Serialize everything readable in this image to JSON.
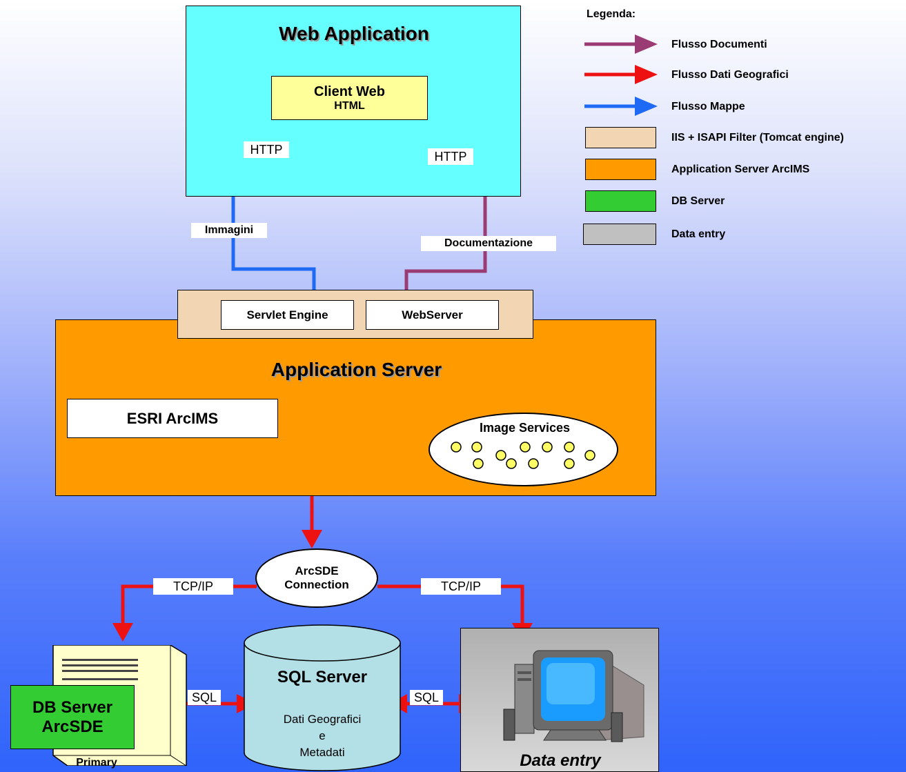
{
  "colors": {
    "docs": "#9b3b74",
    "geo": "#ee1111",
    "maps": "#1e6af5",
    "iis": "#f2d6b4",
    "app_server": "#ff9a00",
    "db_server": "#33cc33",
    "data_entry": "#c0c0c0",
    "web_app": "#66ffff",
    "client_web": "#ffff99",
    "sql_server": "#b3dfe6",
    "primary_box": "#ffffcc"
  },
  "legend": {
    "title": "Legenda:",
    "items": [
      {
        "label": "Flusso Documenti",
        "kind": "arrow",
        "color": "#9b3b74"
      },
      {
        "label": "Flusso Dati Geografici",
        "kind": "arrow",
        "color": "#ee1111"
      },
      {
        "label": "Flusso Mappe",
        "kind": "arrow",
        "color": "#1e6af5"
      },
      {
        "label": "IIS + ISAPI Filter (Tomcat engine)",
        "kind": "swatch",
        "color": "#f2d6b4"
      },
      {
        "label": "Application Server ArcIMS",
        "kind": "swatch",
        "color": "#ff9a00"
      },
      {
        "label": "DB Server",
        "kind": "swatch",
        "color": "#33cc33"
      },
      {
        "label": "Data entry",
        "kind": "swatch",
        "color": "#c0c0c0"
      }
    ]
  },
  "web_app": {
    "title": "Web Application",
    "client_line1": "Client Web",
    "client_line2": "HTML",
    "http_left": "HTTP",
    "http_right": "HTTP"
  },
  "links": {
    "immagini": "Immagini",
    "documentazione": "Documentazione"
  },
  "iis": {
    "servlet_engine": "Servlet Engine",
    "webserver": "WebServer"
  },
  "app_server": {
    "title": "Application Server",
    "esri": "ESRI ArcIMS",
    "image_services": "Image Services"
  },
  "arcsde": {
    "line1": "ArcSDE",
    "line2": "Connection",
    "tcp_left": "TCP/IP",
    "tcp_right": "TCP/IP"
  },
  "db_server": {
    "line1": "DB Server",
    "line2": "ArcSDE",
    "caption": "Primary"
  },
  "sql_server": {
    "title": "SQL Server",
    "line1": "Dati Geografici",
    "line2": "e",
    "line3": "Metadati",
    "sql_left": "SQL",
    "sql_right": "SQL"
  },
  "data_entry": {
    "label": "Data entry"
  }
}
